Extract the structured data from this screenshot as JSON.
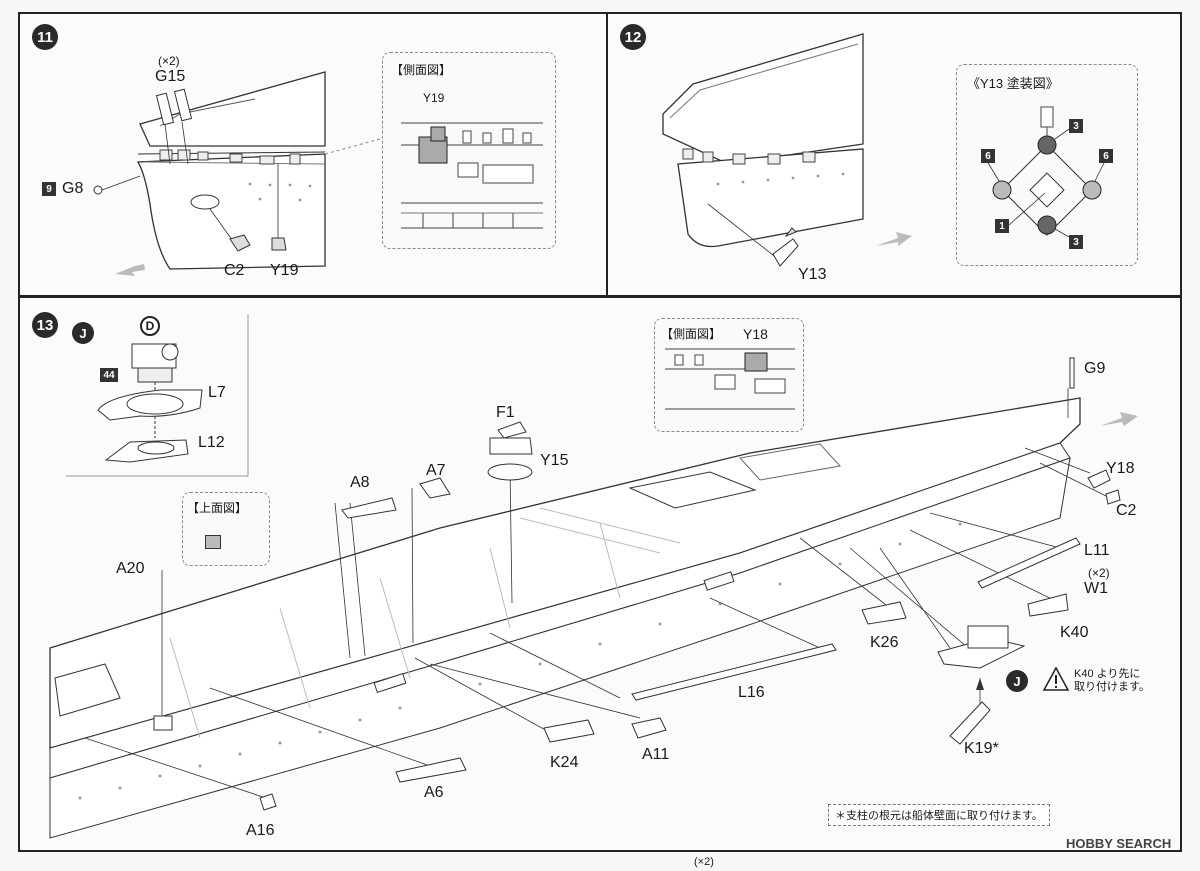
{
  "steps": {
    "s11": "11",
    "s12": "12",
    "s13": "13"
  },
  "step11": {
    "qty_g15": "(×2)",
    "labels": {
      "g15": "G15",
      "g8": "G8",
      "c2": "C2",
      "y19": "Y19"
    },
    "paint_g8": "9",
    "inset_title": "【側面図】",
    "inset_part": "Y19"
  },
  "step12": {
    "label_y13": "Y13",
    "paint_title": "《Y13 塗装図》",
    "paint_nums": {
      "top": "3",
      "left": "6",
      "right": "6",
      "bottom": "3",
      "center": "1"
    }
  },
  "step13": {
    "callout_j": "J",
    "callout_d": "D",
    "paint_l7": "44",
    "labels": {
      "l7": "L7",
      "l12": "L12",
      "a8": "A8",
      "a7": "A7",
      "f1": "F1",
      "y15": "Y15",
      "a20": "A20",
      "g9": "G9",
      "y18": "Y18",
      "c2": "C2",
      "l11": "L11",
      "w1": "W1",
      "k26": "K26",
      "k40": "K40",
      "l16": "L16",
      "k24": "K24",
      "a11": "A11",
      "a6": "A6",
      "a16": "A16",
      "k19": "K19*"
    },
    "qty_w1": "(×2)",
    "top_view_title": "【上面図】",
    "side_view_title": "【側面図】",
    "side_view_part": "Y18",
    "warning": "K40 より先に\n取り付けます。",
    "footnote": "＊支柱の根元は船体壁面に取り付けます。"
  },
  "bottom_qty": "(×2)",
  "watermark": "HOBBY SEARCH"
}
